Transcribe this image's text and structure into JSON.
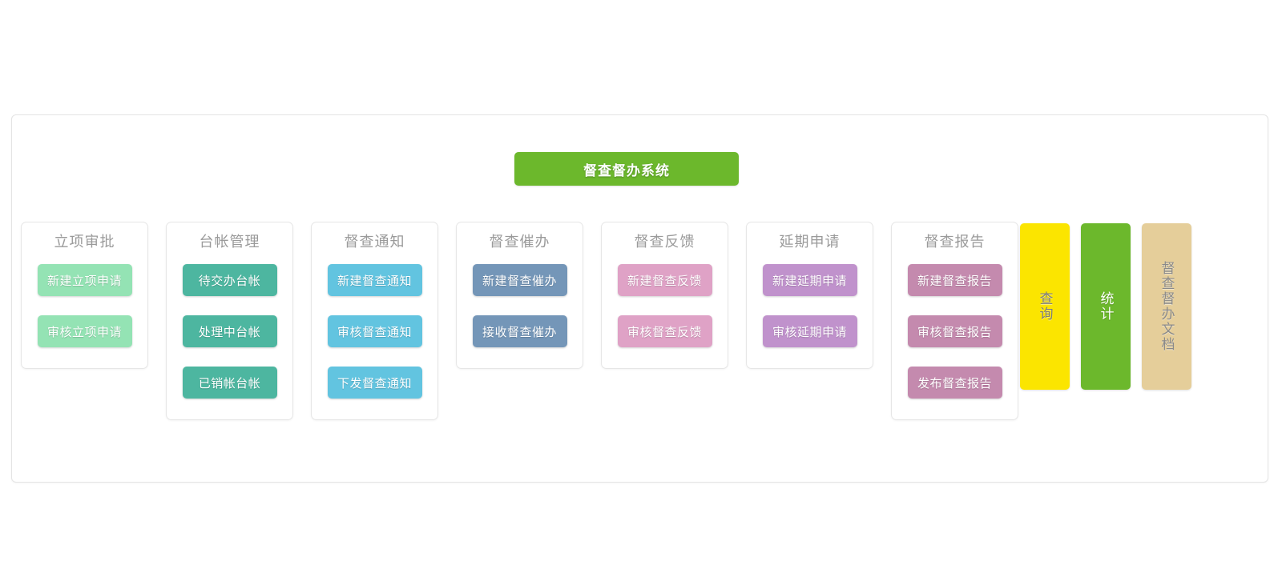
{
  "title": {
    "label": "督查督办系统",
    "color": "#6cb82c"
  },
  "columns": [
    {
      "header": "立项审批",
      "color": "#94e3b4",
      "buttons": [
        "新建立项申请",
        "审核立项申请"
      ]
    },
    {
      "header": "台帐管理",
      "color": "#4db6a0",
      "buttons": [
        "待交办台帐",
        "处理中台帐",
        "已销帐台帐"
      ]
    },
    {
      "header": "督查通知",
      "color": "#62c4e0",
      "buttons": [
        "新建督查通知",
        "审核督查通知",
        "下发督查通知"
      ]
    },
    {
      "header": "督查催办",
      "color": "#7496b8",
      "buttons": [
        "新建督查催办",
        "接收督查催办"
      ]
    },
    {
      "header": "督查反馈",
      "color": "#dfa2c6",
      "buttons": [
        "新建督查反馈",
        "审核督查反馈"
      ]
    },
    {
      "header": "延期申请",
      "color": "#c092cc",
      "buttons": [
        "新建延期申请",
        "审核延期申请"
      ]
    },
    {
      "header": "督查报告",
      "color": "#c48aae",
      "buttons": [
        "新建督查报告",
        "审核督查报告",
        "发布督查报告"
      ]
    }
  ],
  "side_buttons": [
    {
      "label": "查询",
      "color": "#fbe500",
      "text_color": "#7d7d7d"
    },
    {
      "label": "统计",
      "color": "#6cb82c",
      "text_color": "#ffffff"
    },
    {
      "label": "督查督办文档",
      "color": "#e5ce9a",
      "text_color": "#8a8a8a"
    }
  ]
}
